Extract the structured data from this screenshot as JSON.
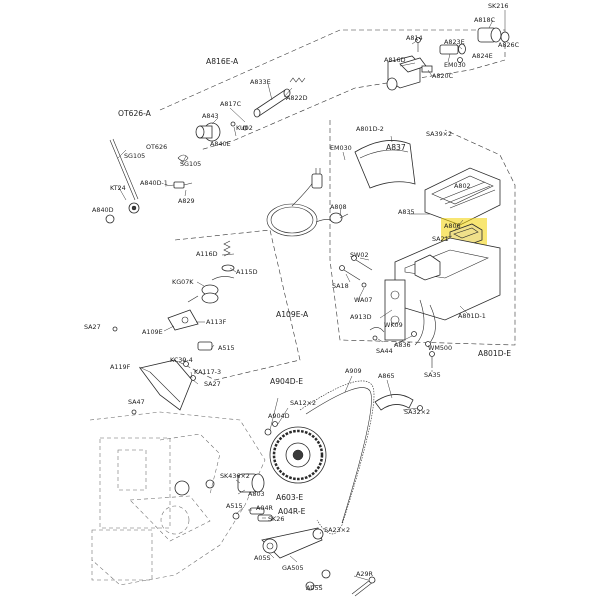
{
  "highlight_color": "#f3d100",
  "labels": {
    "sk216": "SK216",
    "a818c": "A818C",
    "a826c": "A826C",
    "a814": "A814",
    "a823e": "A823E",
    "a824e": "A824E",
    "em030_top": "EM030",
    "a816d": "A816D",
    "a820c": "A820C",
    "a816e_a": "A816E-A",
    "a833e": "A833E",
    "a822d": "A822D",
    "a817c": "A817C",
    "a843": "A843",
    "ku02": "KU02",
    "a840e": "A840E",
    "ot626_a": "OT626-A",
    "ot626": "OT626",
    "sg105_a": "SG105",
    "sg105_b": "SG105",
    "kt24": "KT24",
    "a840d_1": "A840D-1",
    "a829": "A829",
    "a840d": "A840D",
    "a801d_2": "A801D-2",
    "sa39x2": "SA39×2",
    "em030_mid": "EM030",
    "a837": "A837",
    "a802": "A802",
    "a835": "A835",
    "a808": "A808",
    "a806": "A806",
    "sa21": "SA21",
    "a116d": "A116D",
    "a115d": "A115D",
    "kg07k": "KG07K",
    "sw02": "SW02",
    "sa18": "SA18",
    "wa07": "WA07",
    "a109e_a": "A109E-A",
    "a113f": "A113F",
    "sa27_a": "SA27",
    "a109e": "A109E",
    "a515": "A515",
    "kc39_4": "KC39-4",
    "ka117_3": "KA117-3",
    "a119f": "A119F",
    "sa27_b": "SA27",
    "a913d": "A913D",
    "wk09": "WK09",
    "sa44": "SA44",
    "a836": "A836",
    "a801d_1": "A801D-1",
    "wm500": "WM500",
    "a801d_e": "A801D-E",
    "sa35": "SA35",
    "a904d_e": "A904D-E",
    "a909": "A909",
    "a865": "A865",
    "sa47": "SA47",
    "sa12x2": "SA12×2",
    "a904d": "A904D",
    "sa32x2": "SA32×2",
    "sk436x2": "SK436×2",
    "a803": "A803",
    "a603_e": "A603-E",
    "a04r": "A04R",
    "a04r_e": "A04R-E",
    "a515_b": "A515",
    "sk26": "SK26",
    "sa23x2": "SA23×2",
    "ga505": "GA505",
    "a05s": "A05S",
    "a05s_b": "A05S",
    "a29r": "A29R"
  }
}
